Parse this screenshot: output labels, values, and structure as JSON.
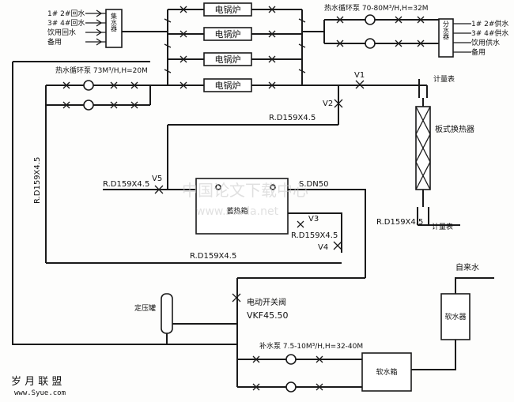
{
  "boilers": [
    "电锅炉",
    "电锅炉",
    "电锅炉",
    "电锅炉"
  ],
  "left_inlet": [
    "1# 2#回水",
    "3# 4#回水",
    "饮用回水",
    "备用"
  ],
  "left_collector": "集水器",
  "right_outlet": [
    "1# 2#供水",
    "3# 4#供水",
    "饮用供水",
    "备用"
  ],
  "right_distributor": "分水器",
  "boiler_pump_right": "热水循环泵 70-80M³/H,H=32M",
  "boiler_pump_left": "热水循环泵   73M³/H,H=20M",
  "pipes": {
    "left_vertical": "R.D159X4.5",
    "upper_return": "R.D159X4.5",
    "tank_inlet": "R.D159X4.5",
    "tank_outlet": "R.D159X4.5",
    "lower_return": "R.D159X4.5",
    "to_heat_exchanger": "R.D159X4.5",
    "supply": "S.DN50"
  },
  "valves": {
    "v1": "V1",
    "v2": "V2",
    "v3": "V3",
    "v4": "V4",
    "v5": "V5"
  },
  "heat_exchanger": "板式换热器",
  "meter_top": "计量表",
  "meter_bottom": "计量表",
  "storage_tank": "蓄热箱",
  "motor_valve": "电动开关阀",
  "motor_valve_model": "VKF45.50",
  "expansion_tank": "定压罐",
  "make_up_pump": "补水泵  7.5-10M³/H,H=32-40M",
  "tap_water": "自来水",
  "softener": "软水器",
  "soft_water_tank": "软水箱",
  "watermark_cn": "中国论文下载中心",
  "watermark_url": "www.studa.net",
  "footer_brand": "岁 月 联 盟",
  "footer_url": "www.Syue.com"
}
